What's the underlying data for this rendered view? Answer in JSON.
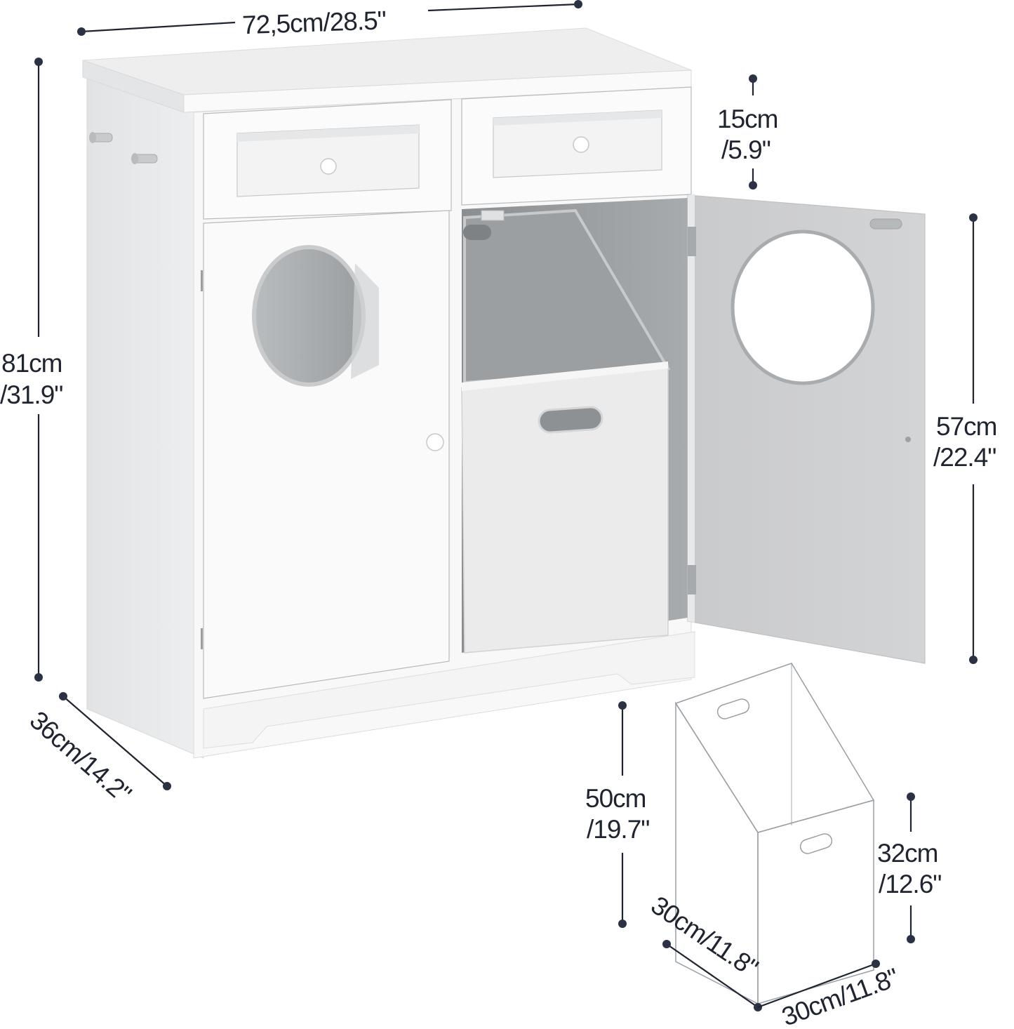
{
  "product": {
    "type": "Laundry cabinet with 2 drawers, 2 doors with round openings and tilt-out hamper",
    "colors": {
      "cabinet_white": "#f7f7f7",
      "cabinet_side": "#e6e7e8",
      "interior_gray": "#8f9396",
      "open_door_gray": "#cfd0d2",
      "hamper_light": "#ececec",
      "dimension_ink": "#1f2430"
    }
  },
  "dimensions": {
    "width": {
      "label": "72,5cm/28.5\"",
      "cm": 72.5,
      "in": 28.5
    },
    "height": {
      "line1": "81cm",
      "line2": "/31.9\"",
      "cm": 81,
      "in": 31.9
    },
    "depth": {
      "label": "36cm/14.2\"",
      "cm": 36,
      "in": 14.2
    },
    "drawer_height": {
      "line1": "15cm",
      "line2": "/5.9\"",
      "cm": 15,
      "in": 5.9
    },
    "door_height": {
      "line1": "57cm",
      "line2": "/22.4\"",
      "cm": 57,
      "in": 22.4
    }
  },
  "hamper": {
    "height_back": {
      "line1": "50cm",
      "line2": "/19.7\"",
      "cm": 50,
      "in": 19.7
    },
    "height_front": {
      "line1": "32cm",
      "line2": "/12.6\"",
      "cm": 32,
      "in": 12.6
    },
    "depth": {
      "label": "30cm/11.8\"",
      "cm": 30,
      "in": 11.8
    },
    "width": {
      "label": "30cm/11.8\"",
      "cm": 30,
      "in": 11.8
    }
  }
}
